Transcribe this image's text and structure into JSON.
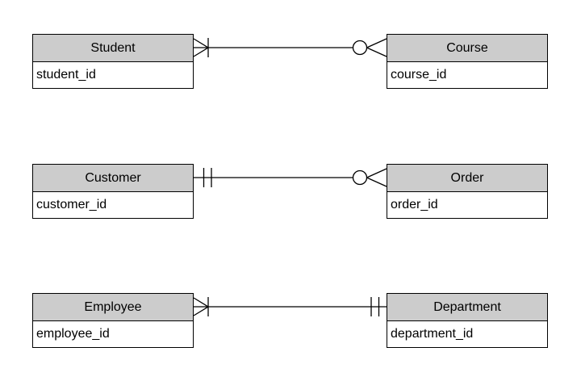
{
  "diagram": {
    "type": "entity-relationship-crows-foot",
    "colors": {
      "background": "#ffffff",
      "entity_header_fill": "#cccccc",
      "entity_body_fill": "#ffffff",
      "entity_border": "#000000",
      "line": "#000000",
      "text": "#000000"
    },
    "entities": [
      {
        "id": "student",
        "name": "Student",
        "fields": [
          "student_id"
        ]
      },
      {
        "id": "course",
        "name": "Course",
        "fields": [
          "course_id"
        ]
      },
      {
        "id": "customer",
        "name": "Customer",
        "fields": [
          "customer_id"
        ]
      },
      {
        "id": "order",
        "name": "Order",
        "fields": [
          "order_id"
        ]
      },
      {
        "id": "employee",
        "name": "Employee",
        "fields": [
          "employee_id"
        ]
      },
      {
        "id": "department",
        "name": "Department",
        "fields": [
          "department_id"
        ]
      }
    ],
    "relationships": [
      {
        "from": "Student",
        "to": "Course",
        "from_cardinality": "one-or-many",
        "to_cardinality": "zero-or-many"
      },
      {
        "from": "Customer",
        "to": "Order",
        "from_cardinality": "exactly-one",
        "to_cardinality": "zero-or-many"
      },
      {
        "from": "Employee",
        "to": "Department",
        "from_cardinality": "one-or-many",
        "to_cardinality": "exactly-one"
      }
    ]
  }
}
